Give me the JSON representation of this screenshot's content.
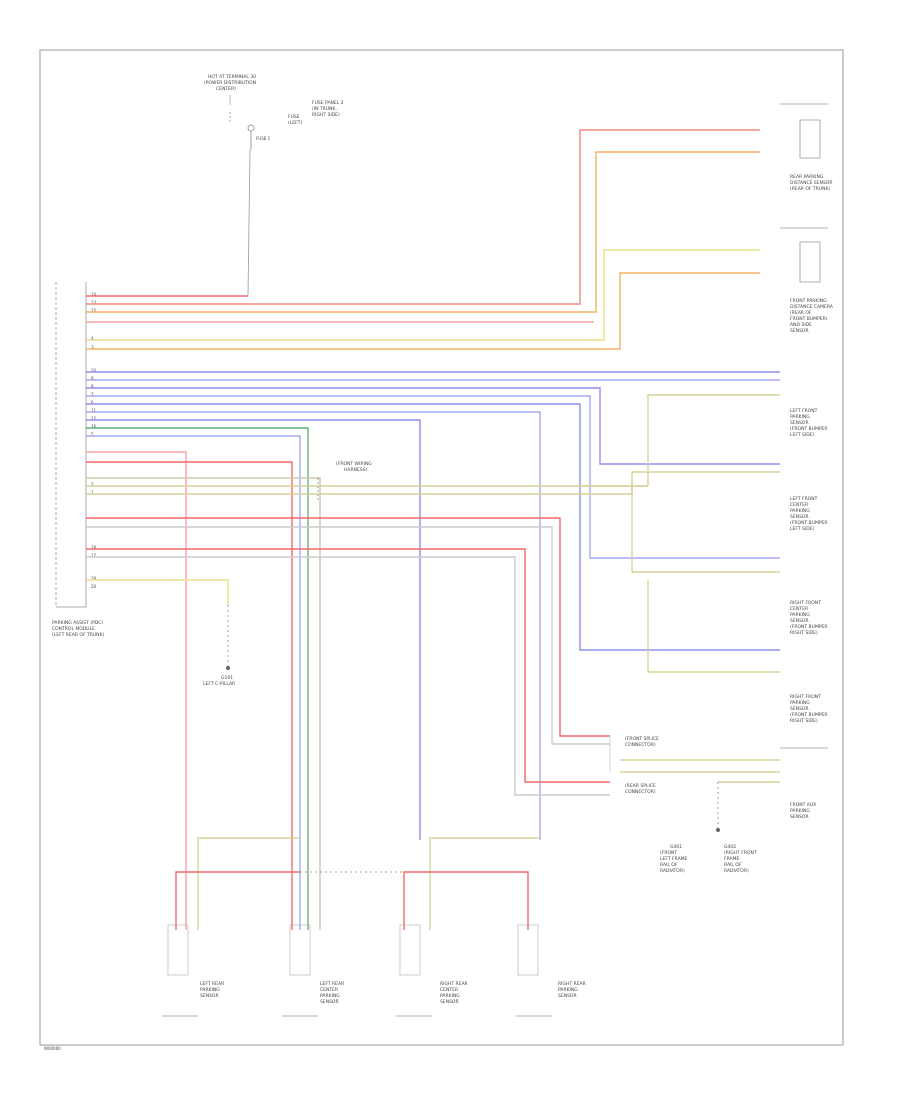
{
  "module": {
    "lines": [
      "PARKING ASSIST (PDC)",
      "CONTROL MODULE",
      "(LEFT REAR OF TRUNK)"
    ]
  },
  "fuse": {
    "top_lines": [
      "HOT AT TERMINAL 30",
      "(POWER DISTRIBUTION",
      "CENTER)"
    ],
    "right_lines": [
      "FUSE",
      "(LEFT)"
    ],
    "label": "FUSE 1",
    "note_lines": [
      "FUSE PANEL 2",
      "(IN TRUNK,",
      "RIGHT SIDE)"
    ]
  },
  "ground": {
    "lines": [
      "G101",
      "LEFT C-PILLAR"
    ]
  },
  "pins": [
    "14",
    "13",
    "15",
    "",
    "4",
    "3",
    "",
    "10",
    "9",
    "8",
    "7",
    "6",
    "11",
    "12",
    "16",
    "5",
    "",
    "2",
    "1",
    "",
    "18",
    "17",
    "",
    "19",
    "20"
  ],
  "wire_colors": {
    "brn_red": "#f08a7e",
    "red": "#f26a6a",
    "pink": "#f5a3a3",
    "yel_red": "#f5b066",
    "yellow": "#e9e08a",
    "gray_yel": "#d7d29a",
    "blue": "#8f8fef",
    "blu_wht": "#a7a7f7",
    "green": "#5fb37d",
    "gry": "#b5b5b5",
    "brn": "#c8a98a",
    "black": "#555555"
  },
  "connectors": {
    "rear_sensor": [
      "REAR PARKING",
      "DISTANCE SENSOR",
      "(REAR OF TRUNK)"
    ],
    "front_sensor": [
      "FRONT PARKING",
      "DISTANCE CAMERA",
      "(REAR OF",
      "FRONT BUMPER)",
      "AND SIDE",
      "SENSOR"
    ]
  },
  "front_sensors": [
    [
      "LEFT FRONT",
      "PARKING",
      "SENSOR",
      "(FRONT BUMPER",
      "LEFT SIDE)"
    ],
    [
      "LEFT FRONT",
      "CENTER",
      "PARKING",
      "SENSOR",
      "(FRONT BUMPER",
      "LEFT SIDE)"
    ],
    [
      "RIGHT FRONT",
      "CENTER",
      "PARKING",
      "SENSOR",
      "(FRONT BUMPER",
      "RIGHT SIDE)"
    ],
    [
      "RIGHT FRONT",
      "PARKING",
      "SENSOR",
      "(FRONT BUMPER",
      "RIGHT SIDE)"
    ]
  ],
  "splices": {
    "upper": [
      "(FRONT WIRING",
      "HARNESS)"
    ],
    "mid1": [
      "(FRONT SPLICE",
      "CONNECTOR)"
    ],
    "mid2": [
      "(REAR SPLICE",
      "CONNECTOR)"
    ],
    "bottom_right": [
      "FRONT AUX",
      "PARKING",
      "SENSOR"
    ]
  },
  "ground_right": {
    "left_lines": [
      "G401",
      "(FRONT",
      "LEFT FRAME",
      "RAIL OF",
      "RADIATOR)"
    ],
    "right_lines": [
      "G402",
      "(RIGHT FRONT",
      "FRAME",
      "RAIL OF",
      "RADIATOR)"
    ]
  },
  "rear_sensors": [
    [
      "LEFT REAR",
      "PARKING",
      "SENSOR"
    ],
    [
      "LEFT REAR",
      "CENTER",
      "PARKING",
      "SENSOR"
    ],
    [
      "RIGHT REAR",
      "CENTER",
      "PARKING",
      "SENSOR"
    ],
    [
      "RIGHT REAR",
      "PARKING",
      "SENSOR"
    ]
  ],
  "footer": "W00000"
}
